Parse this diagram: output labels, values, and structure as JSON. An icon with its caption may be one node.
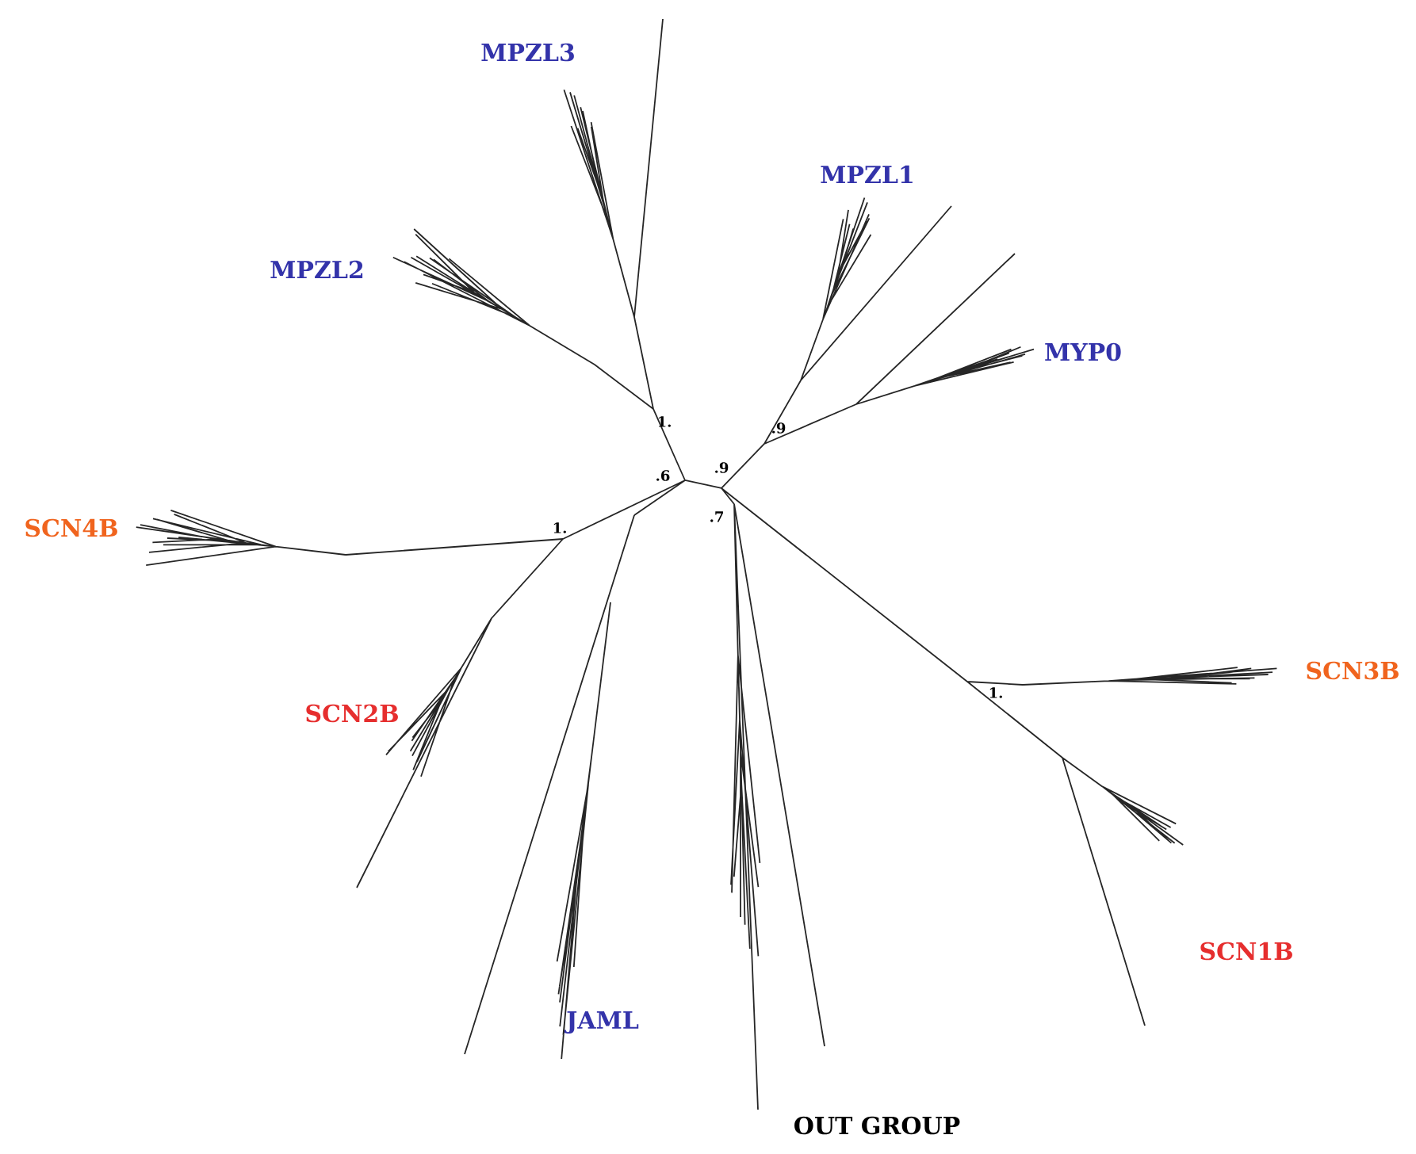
{
  "diagram": {
    "labels": [
      "MPZL3",
      "MPZL1",
      "MPZL2",
      "MYP0",
      "SCN4B",
      "SCN2B",
      "SCN3B",
      "SCN1B",
      "JAML",
      "OUT GROUP",
      "1.",
      ".9",
      ".6",
      ".9",
      ".7",
      "1.",
      "1."
    ]
  }
}
